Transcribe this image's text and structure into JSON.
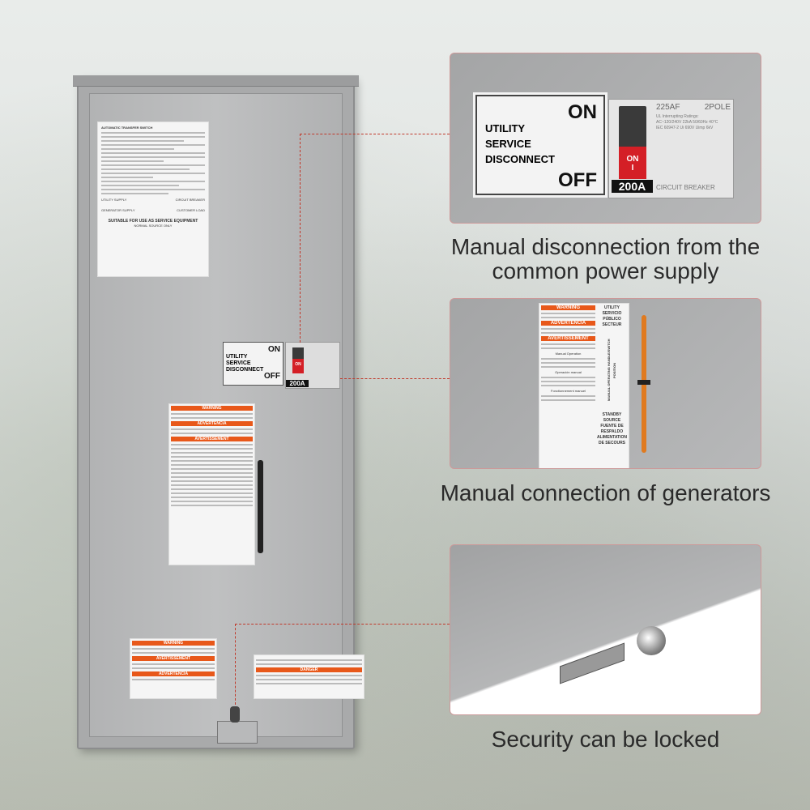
{
  "main_label": {
    "title": "AUTOMATIC TRANSFER SWITCH",
    "suitable": "SUITABLE FOR USE AS SERVICE EQUIPMENT",
    "normal": "NORMAL SOURCE ONLY",
    "utility_supply": "UTILITY SUPPLY",
    "circuit_breaker": "CIRCUIT BREAKER",
    "generator_supply": "GENERATOR SUPPLY",
    "customer_load": "CUSTOMER LOAD"
  },
  "disconnect_label": {
    "line1": "UTILITY",
    "line2": "SERVICE",
    "line3": "DISCONNECT",
    "on": "ON",
    "off": "OFF"
  },
  "breaker": {
    "handle_on": "ON",
    "handle_mark": "I",
    "rating": "200A",
    "frame": "225AF",
    "poles": "2POLE",
    "ratings_title": "UL Interrupting Ratings:",
    "ratings_line": "AC~120/240V 22kA 50/60Hz 40°C",
    "iec_line": "IEC 60947-2 Ui 690V Uimp 6kV",
    "footer": "CIRCUIT BREAKER"
  },
  "warning_label": {
    "warning": "WARNING",
    "advertencia": "ADVERTENCIA",
    "avertissement": "AVERTISSEMENT",
    "utility": "UTILITY",
    "servicio": "SERVICIO PÚBLICO",
    "secteur": "SECTEUR",
    "manual_operation": "Manual Operation",
    "operacion_manual": "Operación manual",
    "fonctionnement_manuel": "Fonctionnement manuel",
    "vertical": "MANUAL OPERATING HANDLE/SWITCH POSITION",
    "standby": "STANDBY SOURCE",
    "fuente": "FUENTE DE RESPALDO",
    "alimentation": "ALIMENTATION DE SECOURS"
  },
  "bottom_warning": {
    "warning": "WARNING",
    "avertissement": "AVERTISSEMENT",
    "advertencia": "ADVERTENCIA",
    "danger": "DANGER"
  },
  "captions": {
    "top": "Manual disconnection from the common power supply",
    "middle": "Manual connection of generators",
    "bottom": "Security can be locked"
  },
  "colors": {
    "accent_dash": "#c0392b",
    "warning_orange": "#e8581a",
    "breaker_red": "#d41f26",
    "handle_orange": "#e07a1f"
  }
}
